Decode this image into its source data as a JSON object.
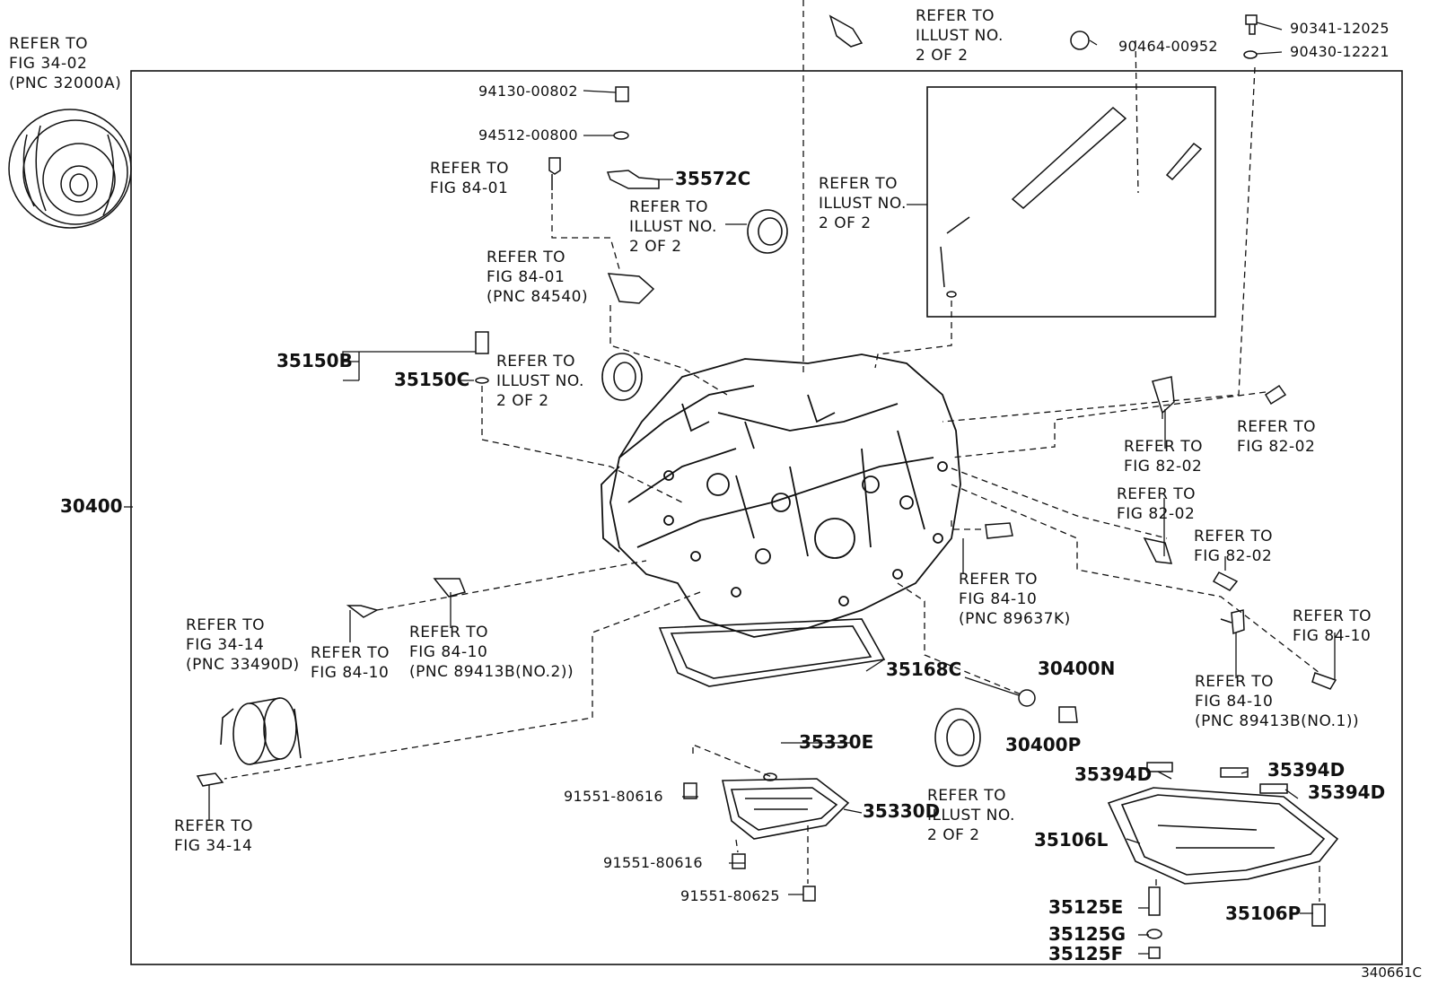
{
  "diagram_code": "340661C",
  "labels": {
    "torque_conv": [
      "REFER TO",
      "FIG 34-02",
      "(PNC 32000A)"
    ],
    "p94130": "94130-00802",
    "p94512": "94512-00800",
    "fig8401_a": [
      "REFER TO",
      "FIG 84-01"
    ],
    "p35572c": "35572C",
    "illust_a": [
      "REFER TO",
      "ILLUST NO.",
      "2 OF 2"
    ],
    "fig8401_b": [
      "REFER TO",
      "FIG 84-01",
      "(PNC 84540)"
    ],
    "p35150b": "35150B",
    "p35150c": "35150C",
    "illust_b": [
      "REFER TO",
      "ILLUST NO.",
      "2 OF 2"
    ],
    "p30400": "30400",
    "illust_top": [
      "REFER TO",
      "ILLUST NO.",
      "2 OF 2"
    ],
    "p90464": "90464-00952",
    "p90341": "90341-12025",
    "p90430": "90430-12221",
    "illust_c": [
      "REFER TO",
      "ILLUST NO.",
      "2 OF 2"
    ],
    "fig8202_a": [
      "REFER TO",
      "FIG 82-02"
    ],
    "fig8202_b": [
      "REFER TO",
      "FIG 82-02"
    ],
    "fig8202_c": [
      "REFER TO",
      "FIG 82-02"
    ],
    "fig8202_d": [
      "REFER TO",
      "FIG 82-02"
    ],
    "fig8410_k": [
      "REFER TO",
      "FIG 84-10",
      "(PNC 89637K)"
    ],
    "fig3414_a": [
      "REFER TO",
      "FIG 34-14",
      "(PNC 33490D)"
    ],
    "fig8410_b": [
      "REFER TO",
      "FIG 84-10"
    ],
    "fig8410_no2": [
      "REFER TO",
      "FIG 84-10",
      "(PNC 89413B(NO.2))"
    ],
    "p35168c": "35168C",
    "p30400n": "30400N",
    "p30400p": "30400P",
    "fig8410_c": [
      "REFER TO",
      "FIG 84-10"
    ],
    "fig8410_no1": [
      "REFER TO",
      "FIG 84-10",
      "(PNC 89413B(NO.1))"
    ],
    "p35330e": "35330E",
    "p91551_a": "91551-80616",
    "p35330d": "35330D",
    "illust_d": [
      "REFER TO",
      "ILLUST NO.",
      "2 OF 2"
    ],
    "p35394d_a": "35394D",
    "p35394d_b": "35394D",
    "p35394d_c": "35394D",
    "p35106l": "35106L",
    "fig3414_b": [
      "REFER TO",
      "FIG 34-14"
    ],
    "p91551_b": "91551-80616",
    "p91551_c": "91551-80625",
    "p35125e": "35125E",
    "p35106p": "35106P",
    "p35125g": "35125G",
    "p35125f": "35125F"
  }
}
